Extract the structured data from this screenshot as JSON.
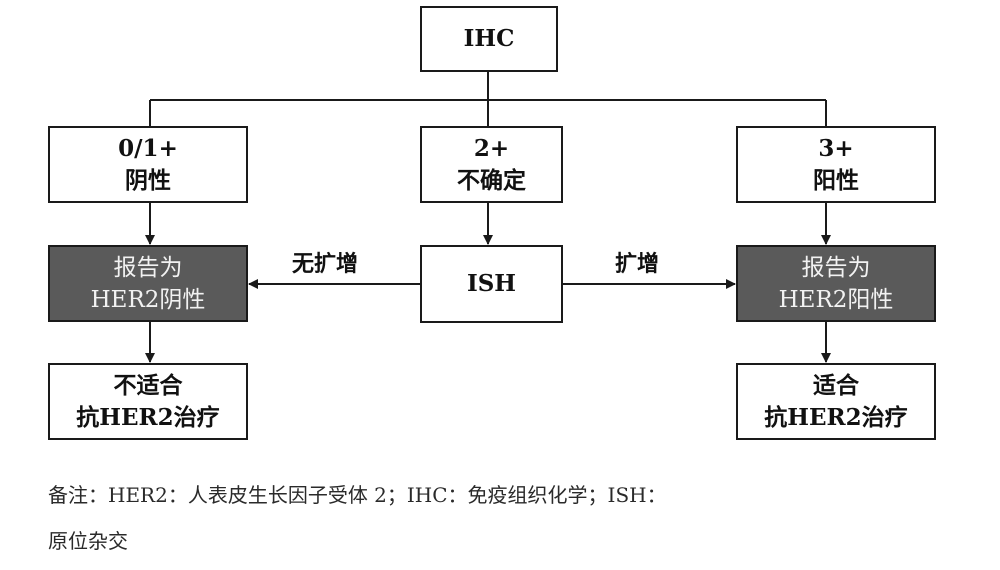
{
  "colors": {
    "line": "#1a1a1a",
    "result_box_fill": "#5a5a5a",
    "result_box_text": "#f2f2f2"
  },
  "nodes": {
    "ihc": {
      "label": "IHC"
    },
    "score_0_1": {
      "line1": "0/1+",
      "line2": "阴性"
    },
    "score_2": {
      "line1": "2+",
      "line2": "不确定"
    },
    "score_3": {
      "line1": "3+",
      "line2": "阳性"
    },
    "ish": {
      "label": "ISH"
    },
    "report_negative": {
      "line1": "报告为",
      "line2": "HER2阴性"
    },
    "report_positive": {
      "line1": "报告为",
      "line2": "HER2阳性"
    },
    "not_suitable": {
      "line1": "不适合",
      "line2": "抗HER2治疗"
    },
    "suitable": {
      "line1": "适合",
      "line2": "抗HER2治疗"
    }
  },
  "edge_labels": {
    "no_amplification": "无扩增",
    "amplification": "扩增"
  },
  "footnote": {
    "line1": "备注：HER2：人表皮生长因子受体 2；IHC：免疫组织化学；ISH：",
    "line2": "原位杂交"
  }
}
